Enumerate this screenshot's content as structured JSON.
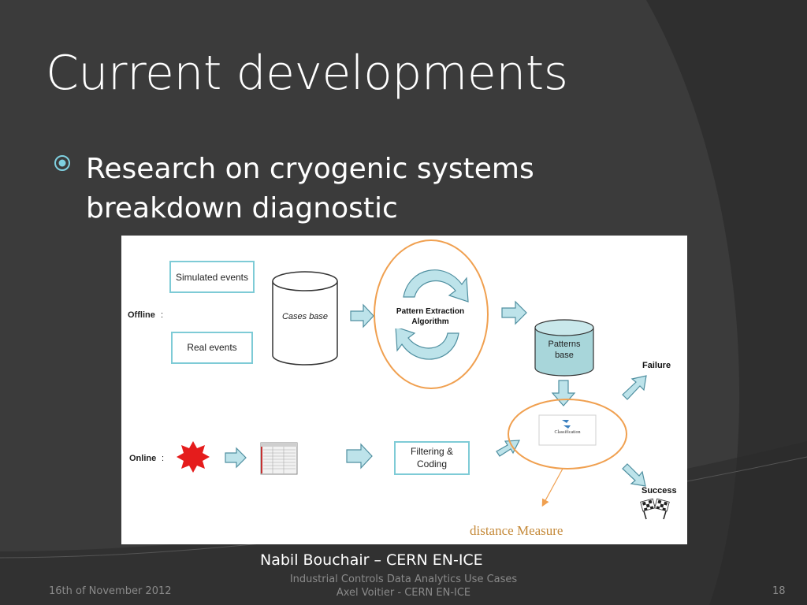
{
  "slide": {
    "title": "Current developments",
    "bullet": "Research on cryogenic systems breakdown diagnostic",
    "caption": "Nabil Bouchair – CERN EN-ICE",
    "footer_date": "16th of November 2012",
    "footer_line1": "Industrial Controls Data Analytics Use Cases",
    "footer_line2": "Axel Voitier - CERN EN-ICE",
    "page_number": "18"
  },
  "figure": {
    "offline_label": "Offline",
    "online_label": "Online",
    "simulated_events": "Simulated events",
    "real_events": "Real events",
    "cases_base": "Cases base",
    "pattern_extraction_line1": "Pattern Extraction",
    "pattern_extraction_line2": "Algorithm",
    "patterns_base_line1": "Patterns",
    "patterns_base_line2": "base",
    "classification": "Classification",
    "filtering_line1": "Filtering &",
    "filtering_line2": "Coding",
    "failure": "Failure",
    "success": "Success",
    "distance_measure": "distance Measure"
  },
  "colors": {
    "background": "#3b3b3b",
    "box_border": "#7ecbd6",
    "arrow_fill": "#bde3ea",
    "arrow_stroke": "#4f8fa0",
    "orange": "#f0a050",
    "cylinder_teal": "#a8d6da",
    "star_red": "#e51c1c",
    "distance_text": "#c58a3a"
  }
}
